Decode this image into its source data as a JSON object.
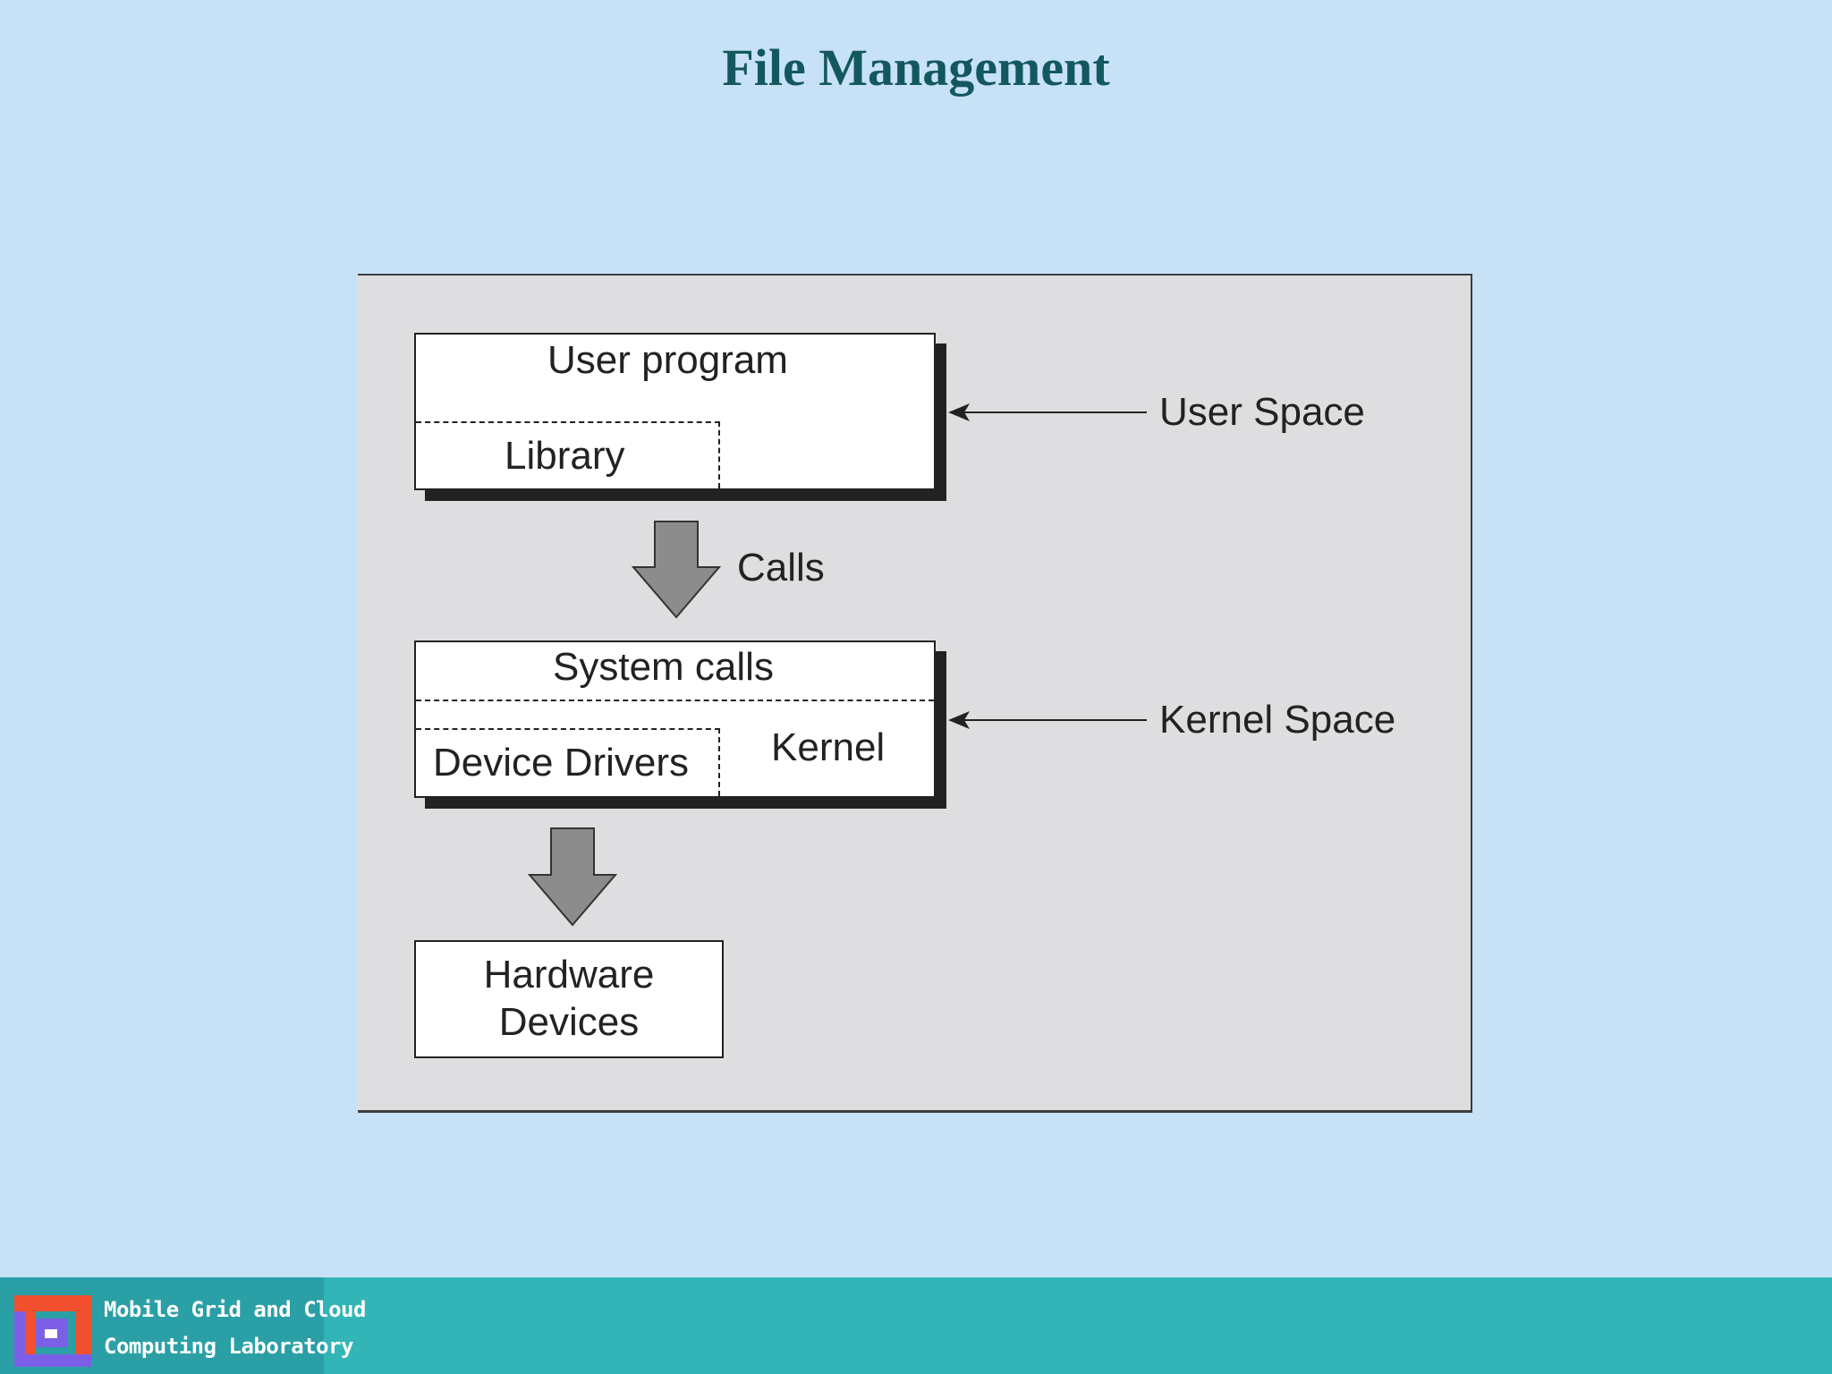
{
  "slide": {
    "title": "File Management"
  },
  "diagram": {
    "user_program": "User program",
    "library": "Library",
    "calls": "Calls",
    "system_calls": "System calls",
    "device_drivers": "Device Drivers",
    "kernel": "Kernel",
    "hardware_line1": "Hardware",
    "hardware_line2": "Devices",
    "user_space": "User Space",
    "kernel_space": "Kernel Space"
  },
  "footer": {
    "lab_line1": "Mobile Grid and Cloud",
    "lab_line2": "Computing Laboratory"
  },
  "colors": {
    "background": "#c7e2f7",
    "title": "#14585f",
    "figure_bg": "#dedee0",
    "arrow_fill": "#8c8c8c",
    "footer": "#33b5b7"
  }
}
